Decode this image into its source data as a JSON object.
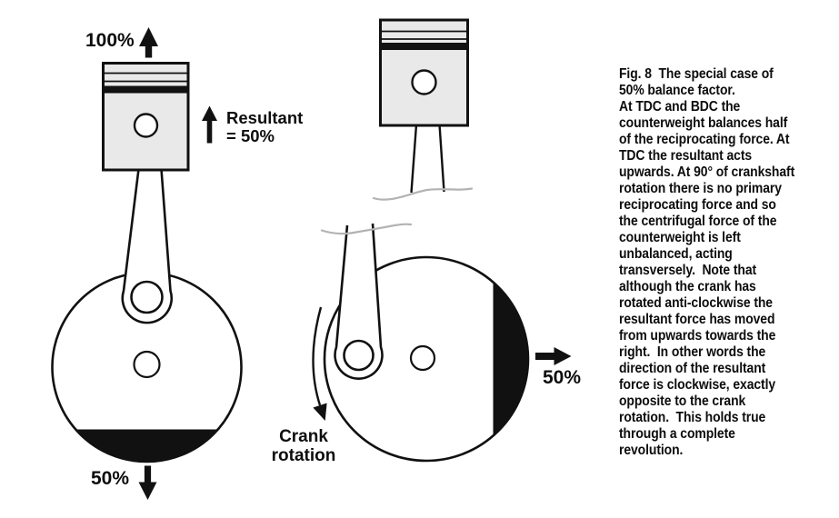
{
  "figure": {
    "left": {
      "primary_force": "100%",
      "resultant": "Resultant\n= 50%",
      "counterweight_force": "50%"
    },
    "right": {
      "rotation": "Crank\nrotation",
      "counterweight_force": "50%"
    },
    "caption": "Fig. 8  The special case of\n50% balance factor.\nAt TDC and BDC the\ncounterweight balances half\nof the reciprocating force. At\nTDC the resultant acts\nupwards. At 90° of crankshaft\nrotation there is no primary\nreciprocating force and so\nthe centrifugal force of the\ncounterweight is left\nunbalanced, acting\ntransversely.  Note that\nalthough the crank has\nrotated anti-clockwise the\nresultant force has moved\nfrom upwards towards the\nright.  In other words the\ndirection of the resultant\nforce is clockwise, exactly\nopposite to the crank\nrotation.  This holds true\nthrough a complete\nrevolution."
  },
  "colors": {
    "ink": "#111111",
    "piston_fill": "#e9e9e9",
    "break_line": "#b3b3b3",
    "background": "#ffffff"
  }
}
